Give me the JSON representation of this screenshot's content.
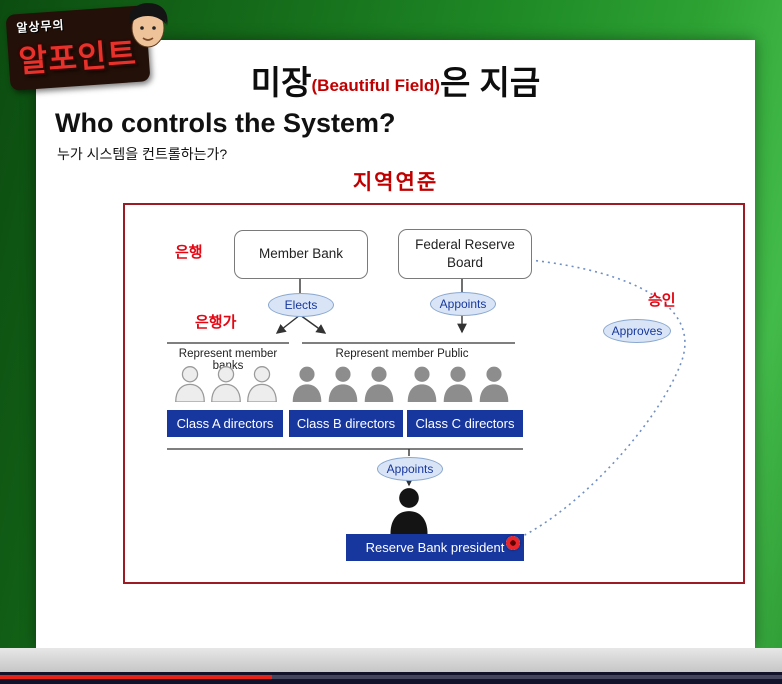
{
  "logo": {
    "top": "알상무의",
    "main": "알포인트"
  },
  "header": {
    "title_part1": "미장",
    "title_part2": "(Beautiful Field)",
    "title_part3": "은 지금",
    "heading": "Who controls the System?",
    "subheading": "누가 시스템을 컨트롤하는가?",
    "section_label": "지역연준"
  },
  "diagram": {
    "label_bank": "은행",
    "label_banker": "은행가",
    "label_approval": "승인",
    "member_bank": "Member Bank",
    "federal_reserve_line1": "Federal Reserve",
    "federal_reserve_line2": "Board",
    "elects": "Elects",
    "appoints_top": "Appoints",
    "appoints_bottom": "Appoints",
    "approves": "Approves",
    "represent_banks": "Represent member banks",
    "represent_public": "Represent member Public",
    "class_a": "Class A directors",
    "class_b": "Class B directors",
    "class_c": "Class C directors",
    "president": "Reserve Bank president"
  },
  "colors": {
    "accent_red": "#c00000",
    "diagram_border": "#9d1b24",
    "bar_blue": "#17379e",
    "ellipse_blue": "#d9e5f6",
    "background_green": "#1f8a26",
    "progress_red": "#e62117"
  }
}
